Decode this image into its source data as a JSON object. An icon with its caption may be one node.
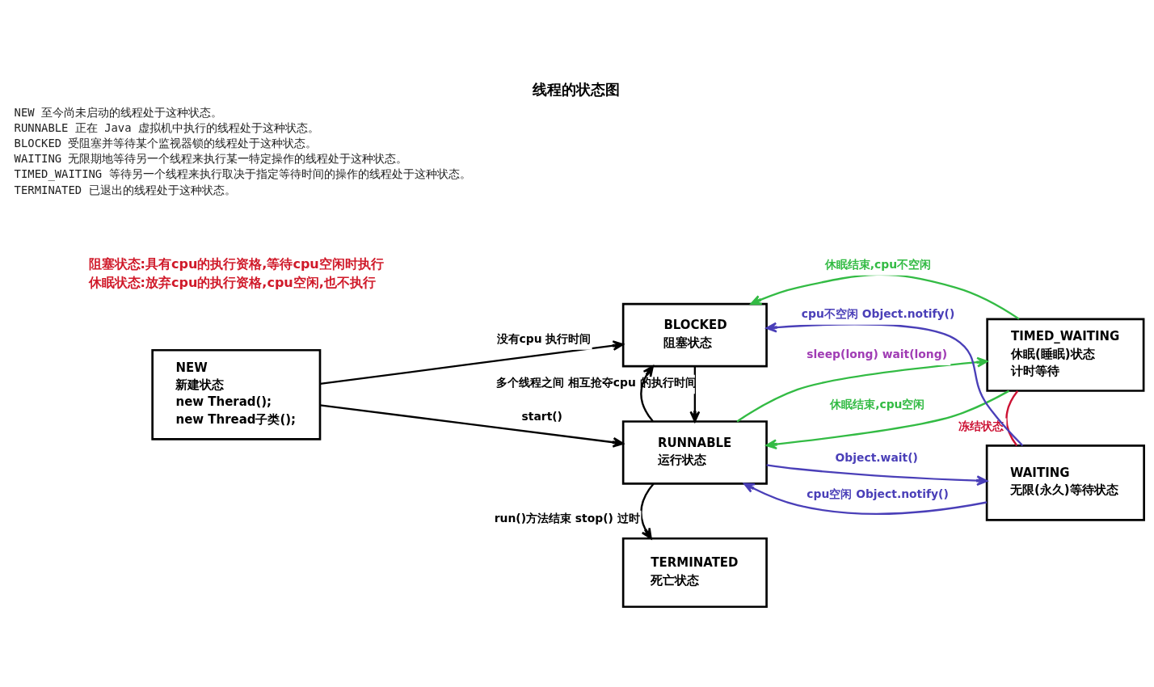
{
  "diagram": {
    "title": "线程的状态图",
    "nodes": [
      {
        "text": [
          "BLOCKED",
          "阻塞状态"
        ]
      },
      {
        "text": [
          "TIMED_WAITING",
          "休眠(睡眠)状态",
          "计时等待"
        ]
      },
      {
        "text": [
          "NEW",
          "新建状态",
          "new Therad();",
          "new Thread子类();"
        ]
      },
      {
        "text": [
          "RUNNABLE",
          "运行状态"
        ]
      },
      {
        "text": [
          "WAITING",
          "无限(永久)等待状态"
        ]
      },
      {
        "text": [
          "TERMINATED",
          "死亡状态"
        ]
      }
    ],
    "edges": [
      {
        "from": 2,
        "to": 3,
        "arrow": "to",
        "label": "start()"
      },
      {
        "from": 2,
        "to": 0,
        "arrow": "to",
        "label": "没有cpu 执行时间"
      },
      {
        "from": 0,
        "to": 3,
        "arrow": "to",
        "label": "多个线程之间 相互抢夺cpu 的执行时间"
      },
      {
        "from": 3,
        "to": 0,
        "arrow": "to"
      },
      {
        "from": 3,
        "to": 5,
        "arrow": "to",
        "label": "run()方法结束 stop() 过时"
      },
      {
        "from": 3,
        "to": 1,
        "arrow": "to",
        "label": "sleep(long) wait(long)",
        "color": "#33bb44"
      },
      {
        "from": 1,
        "to": 3,
        "arrow": "to",
        "label": "休眠结束,cpu空闲",
        "color": "#33bb44"
      },
      {
        "from": 1,
        "to": 0,
        "arrow": "to",
        "label": "休眠结束,cpu不空闲",
        "color": "#33bb44"
      },
      {
        "from": 3,
        "to": 4,
        "arrow": "to",
        "label": "Object.wait()",
        "color": "#4a3fb8"
      },
      {
        "from": 4,
        "to": 3,
        "arrow": "to",
        "label": "cpu空闲 Object.notify()",
        "color": "#4a3fb8"
      },
      {
        "from": 4,
        "to": 0,
        "arrow": "to",
        "label": "cpu不空闲 Object.notify()",
        "color": "#4a3fb8"
      },
      {
        "from": 1,
        "to": 4,
        "arrow": "none",
        "label": "冻结状态",
        "color": "#cc1133"
      }
    ],
    "labels": [
      "NEW 至今尚未启动的线程处于这种状态。",
      "RUNNABLE 正在 Java 虚拟机中执行的线程处于这种状态。",
      "BLOCKED 受阻塞并等待某个监视器锁的线程处于这种状态。",
      "WAITING 无限期地等待另一个线程来执行某一特定操作的线程处于这种状态。",
      "TIMED_WAITING 等待另一个线程来执行取决于指定等待时间的操作的线程处于这种状态。",
      "TERMINATED 已退出的线程处于这种状态。",
      "阻塞状态:具有cpu的执行资格,等待cpu空闲时执行",
      "休眠状态:放弃cpu的执行资格,cpu空闲,也不执行"
    ]
  }
}
